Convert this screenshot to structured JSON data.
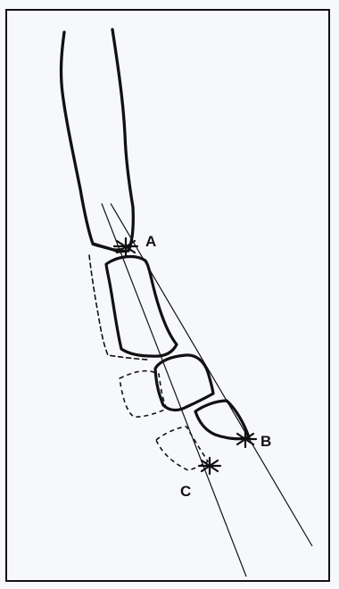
{
  "labels": {
    "a": "A",
    "b": "B",
    "c": "C"
  },
  "colors": {
    "ink": "#111111",
    "background": "#f7f8fb",
    "page": "#ffffff"
  }
}
